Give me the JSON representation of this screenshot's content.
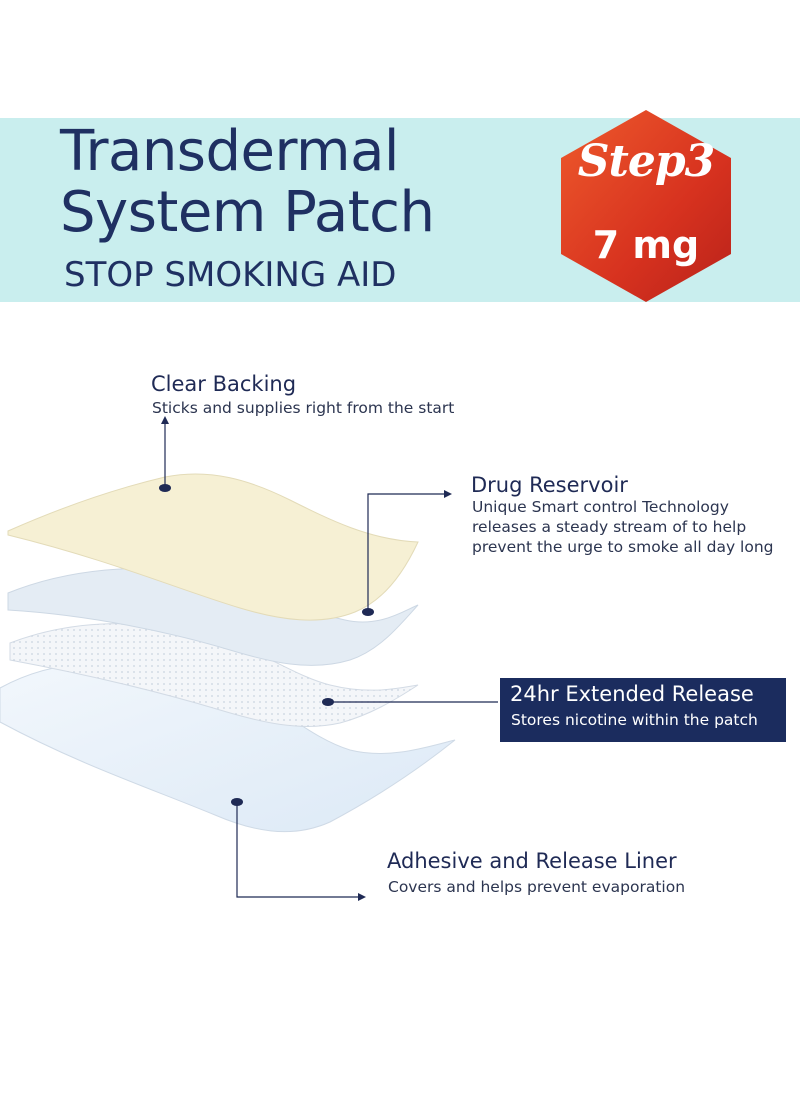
{
  "header": {
    "title_line1": "Transdermal",
    "title_line2": "System Patch",
    "subtitle": "STOP SMOKING AID",
    "banner_color": "#c9eeee",
    "title_color": "#1f3062"
  },
  "badge": {
    "step": "Step3",
    "dose": "7 mg",
    "color": "#d7321f",
    "shape": "hexagon"
  },
  "layers": [
    {
      "name": "Clear Backing",
      "description": "Sticks and supplies right from the start",
      "color": "#f6f0d4"
    },
    {
      "name": "Drug Reservoir",
      "description_lines": [
        "Unique Smart control Technology",
        "releases a steady stream of to help",
        "prevent the urge to smoke all day long"
      ],
      "color": "#e6eef5"
    },
    {
      "name": "24hr Extended Release",
      "description": "Stores nicotine within the patch",
      "color": "#eef2f7",
      "highlight_color": "#1b2c5e"
    },
    {
      "name": "Adhesive and Release Liner",
      "description": "Covers and helps prevent evaporation",
      "color": "#e8f1fa"
    }
  ]
}
